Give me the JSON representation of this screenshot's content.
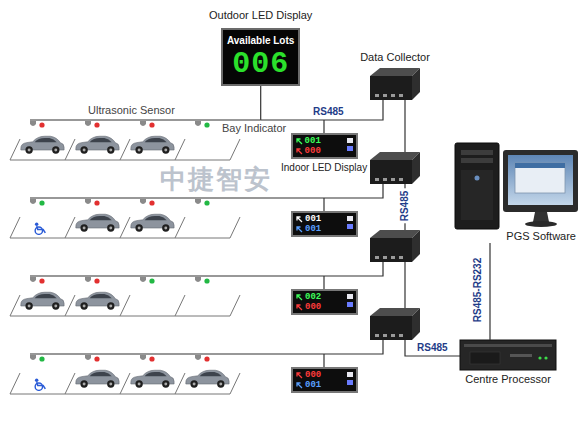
{
  "diagram": {
    "nodes": [
      {
        "text": [
          "Outdoor LED Display",
          "Available Lots",
          "006"
        ]
      },
      {
        "text": [
          "Data Collector"
        ]
      },
      {
        "text": [
          "001",
          "000",
          "Indoor LED Display"
        ]
      },
      {
        "text": [
          "001",
          "001"
        ]
      },
      {
        "text": [
          "002",
          "000"
        ]
      },
      {
        "text": [
          "000",
          "001"
        ]
      },
      {
        "text": [
          "PGS Software"
        ]
      },
      {
        "text": [
          "Centre Processor"
        ]
      }
    ],
    "edges": [
      {
        "from": 0,
        "to": 1,
        "arrow": "none",
        "label": "RS485"
      },
      {
        "from": 6,
        "to": 7,
        "arrow": "none",
        "label": "RS485-RS232"
      }
    ],
    "labels": [
      "Ultrasonic Sensor",
      "Bay Indicator",
      "RS485",
      "RS485",
      "中捷智安"
    ]
  }
}
